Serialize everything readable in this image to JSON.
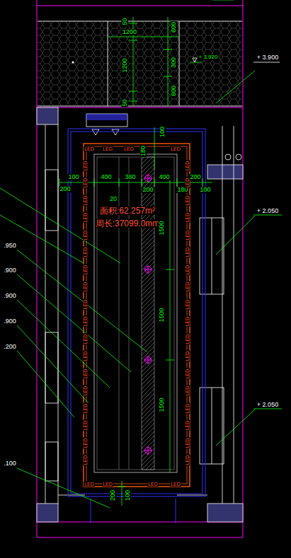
{
  "diagram": {
    "labels": [
      "50",
      "1200",
      "600",
      "1200",
      "300",
      "600",
      "50",
      "+ 3.920",
      "+ 3.900",
      "100",
      "180",
      "200",
      "100",
      "400",
      "380",
      "200",
      "400",
      "180",
      "200",
      "100",
      "20",
      "面积:62.257m²",
      "周长:37099.0mm",
      "1500",
      "1500",
      "1500",
      "200",
      "100",
      ".950",
      ".900",
      ".900",
      ".900",
      ".200",
      ".100",
      "+ 2.050",
      "+ 2.050",
      "LED",
      "LED",
      "LED",
      "LED",
      "LED",
      "LED",
      "LED",
      "LED",
      "LED",
      "LED",
      "LED",
      "LED",
      "LED",
      "LED",
      "LED",
      "LED",
      "LED",
      "LED",
      "LED",
      "LED",
      "LED",
      "LED",
      "LED",
      "LED",
      "LED",
      "LED",
      "LED",
      "LED",
      "LED",
      "LED",
      "LED",
      "LED",
      "LED",
      "LED",
      "LED",
      "LED",
      "LED",
      "LED",
      "LED",
      "LED",
      "LED",
      "LED",
      "LED",
      "LED"
    ]
  }
}
